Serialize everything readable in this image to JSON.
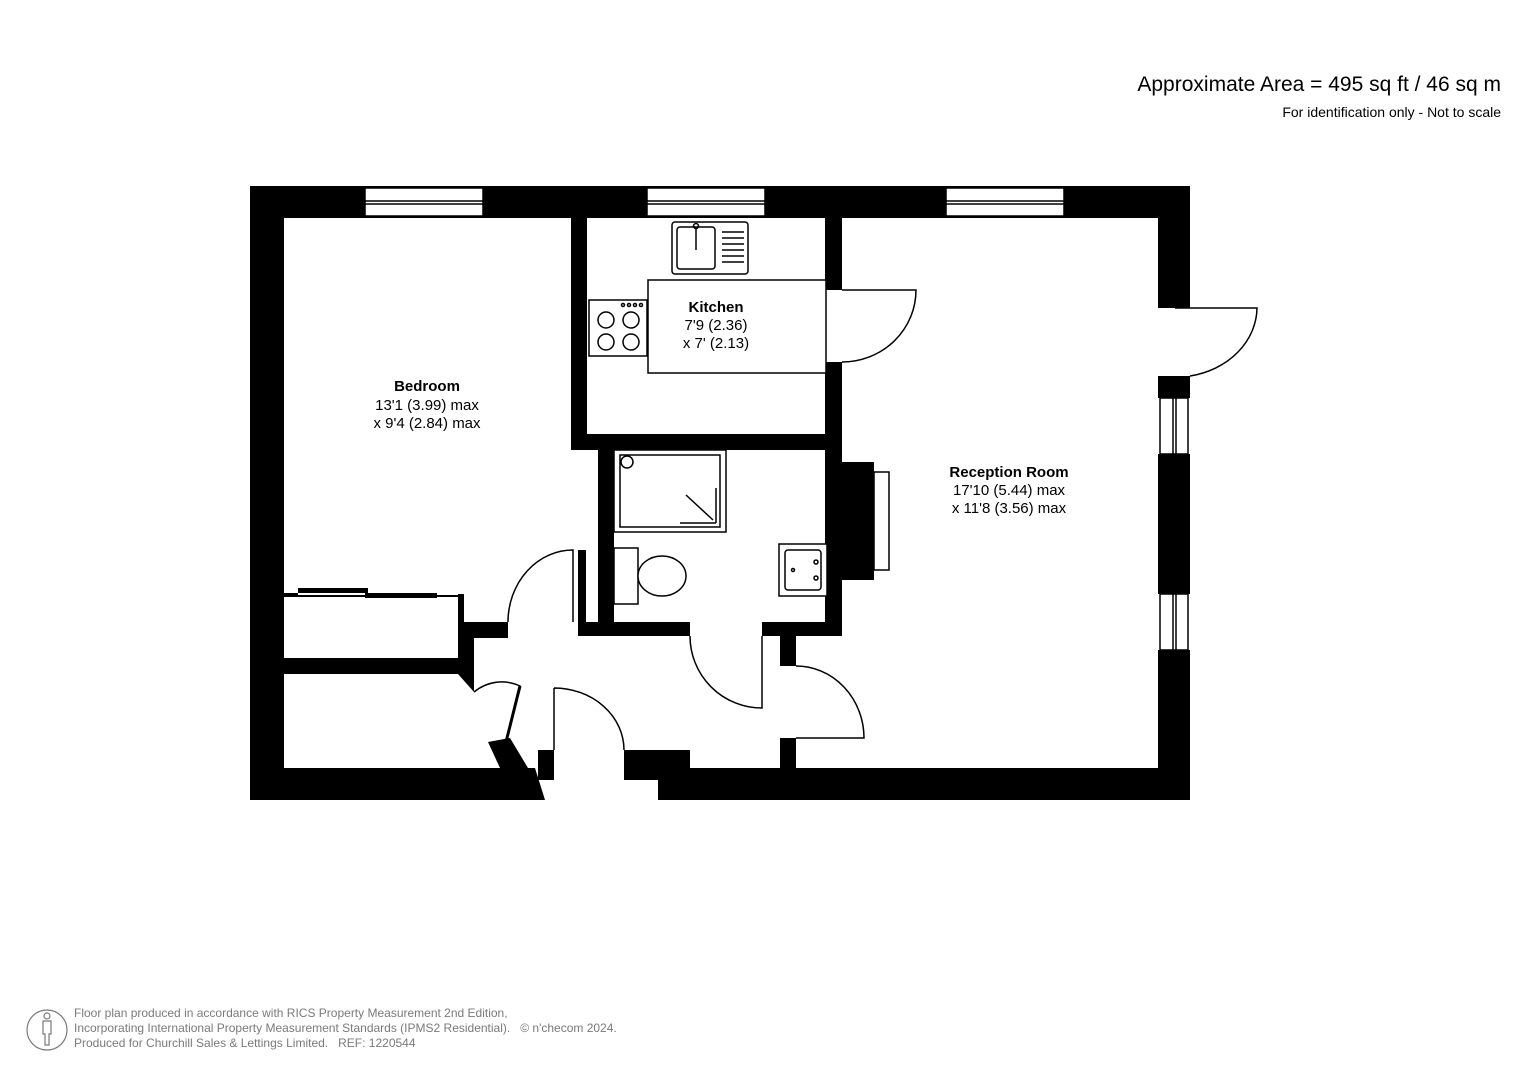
{
  "header": {
    "approx_area": "Approximate Area = 495 sq ft / 46 sq m",
    "scale_note": "For identification only - Not to scale"
  },
  "rooms": {
    "bedroom": {
      "name": "Bedroom",
      "dim1": "13'1 (3.99) max",
      "dim2": "x 9'4 (2.84) max"
    },
    "kitchen": {
      "name": "Kitchen",
      "dim1": "7'9 (2.36)",
      "dim2": "x 7' (2.13)"
    },
    "reception": {
      "name": "Reception Room",
      "dim1": "17'10 (5.44) max",
      "dim2": "x 11'8 (3.56) max"
    }
  },
  "footer": {
    "line1": "Floor plan produced in accordance with RICS Property Measurement 2nd Edition,",
    "line2": "Incorporating International Property Measurement Standards (IPMS2 Residential).",
    "copyright": "© n'checom 2024.",
    "line3": "Produced for Churchill Sales & Lettings Limited.",
    "ref": "REF: 1220544"
  },
  "colors": {
    "wall": "#000000",
    "background": "#ffffff",
    "footer_text": "#7a7a7a"
  }
}
